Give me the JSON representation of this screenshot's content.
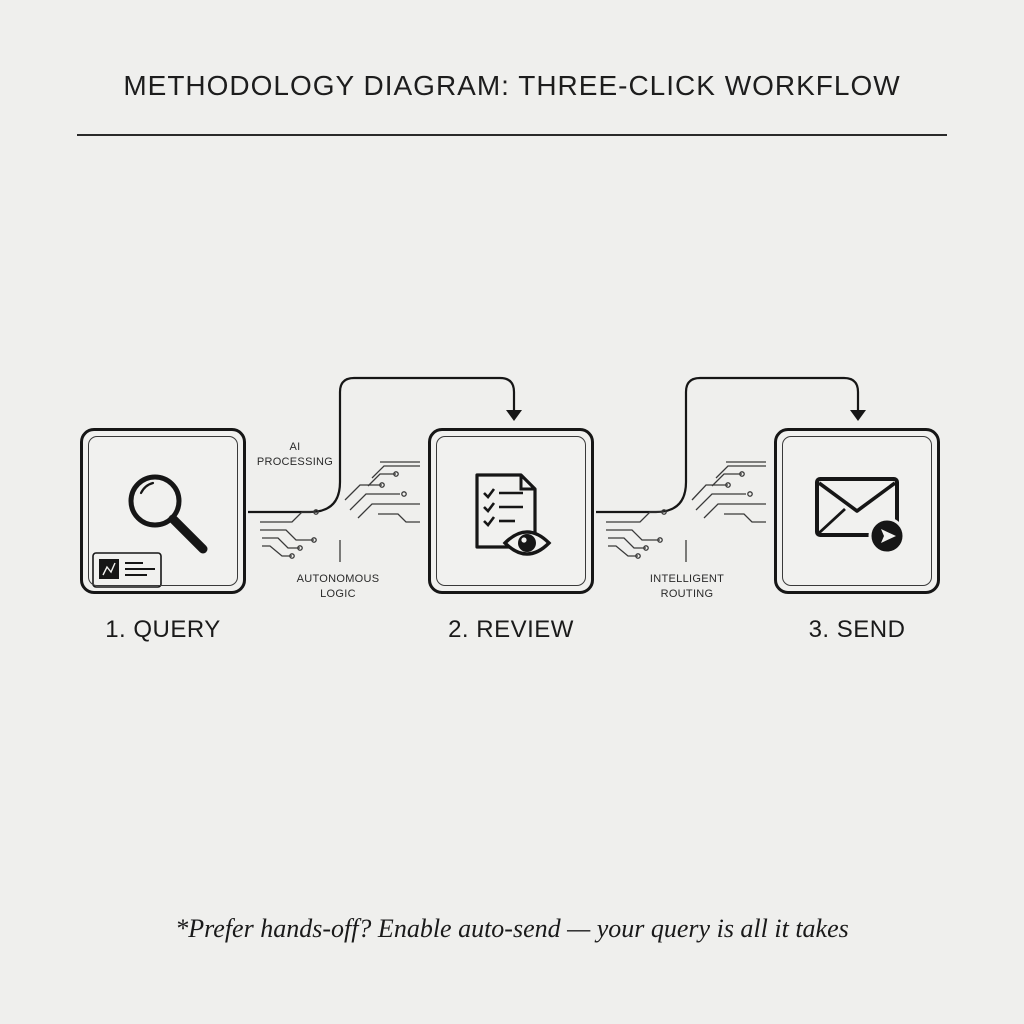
{
  "title": "METHODOLOGY DIAGRAM: THREE-CLICK WORKFLOW",
  "steps": [
    {
      "label": "1. QUERY",
      "icon": "magnifier-icon"
    },
    {
      "label": "2. REVIEW",
      "icon": "document-eye-icon"
    },
    {
      "label": "3. SEND",
      "icon": "envelope-send-icon"
    }
  ],
  "connectors": {
    "first": {
      "top_line1": "AI",
      "top_line2": "PROCESSING",
      "bottom_line1": "AUTONOMOUS",
      "bottom_line2": "LOGIC"
    },
    "second": {
      "bottom_line1": "INTELLIGENT",
      "bottom_line2": "ROUTING"
    }
  },
  "footnote": "*Prefer hands-off? Enable auto-send — your query is all it takes",
  "colors": {
    "ink": "#161616",
    "background": "#efefed"
  }
}
